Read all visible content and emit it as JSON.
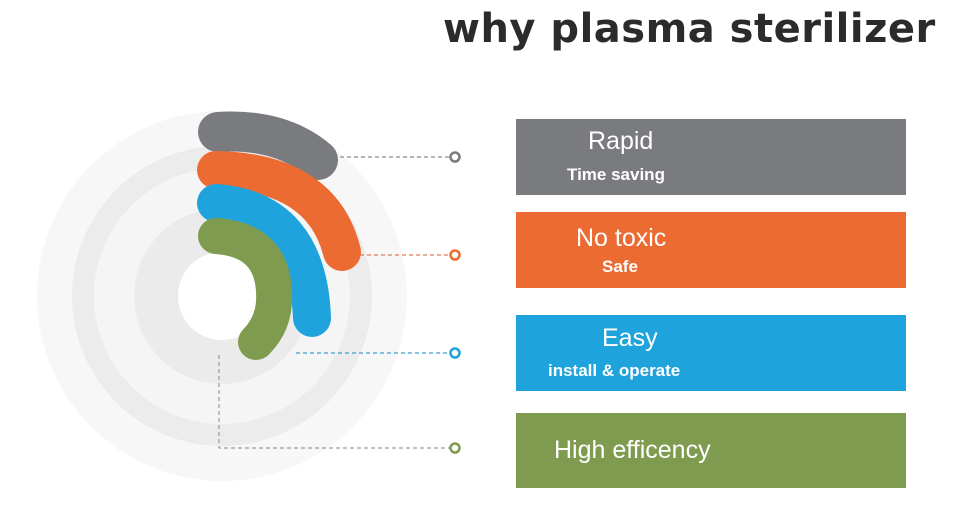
{
  "title": "why plasma sterilizer",
  "features": [
    {
      "label": "Rapid",
      "sublabel": "Time saving",
      "color": "#7a7b7f"
    },
    {
      "label": "No toxic",
      "sublabel": "Safe",
      "color": "#ec6b32"
    },
    {
      "label": "Easy",
      "sublabel": "install & operate",
      "color": "#1fa3dc"
    },
    {
      "label": "High efficency",
      "sublabel": "",
      "color": "#7f9b4f"
    }
  ],
  "colors": {
    "ring_light": "#f1f1f1",
    "ring_mid": "#e8e8e8",
    "connector": "#9a9a9a"
  }
}
